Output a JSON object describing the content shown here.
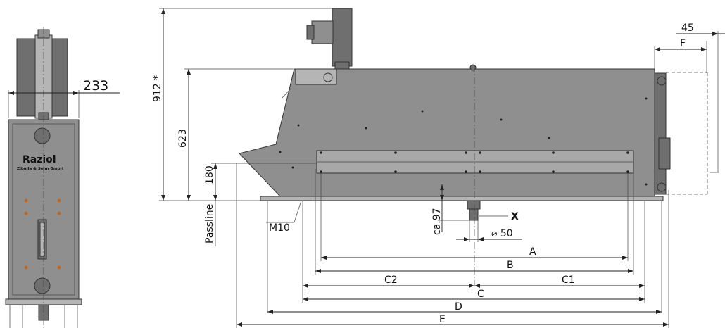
{
  "brand": {
    "name": "Raziol",
    "subtitle": "Zibulla & Sohn GmbH"
  },
  "front_view": {
    "width_label": "233"
  },
  "side_view": {
    "overall_height_label": "912 *",
    "body_height_label": "623",
    "passline_height_label": "180",
    "passline_label": "Passline",
    "thread_label": "M10",
    "nozzle_offset_label": "ca.97",
    "nozzle_diameter_label": "⌀ 50",
    "nozzle_marker_label": "X",
    "top_right_label": "45",
    "dim_labels": {
      "A": "A",
      "B": "B",
      "C": "C",
      "C1": "C1",
      "C2": "C2",
      "D": "D",
      "E": "E",
      "F": "F"
    }
  },
  "colors": {
    "housing": "#8f8f8f",
    "housing_dark": "#6f6f6f",
    "accent_dots": "#c0651f"
  }
}
